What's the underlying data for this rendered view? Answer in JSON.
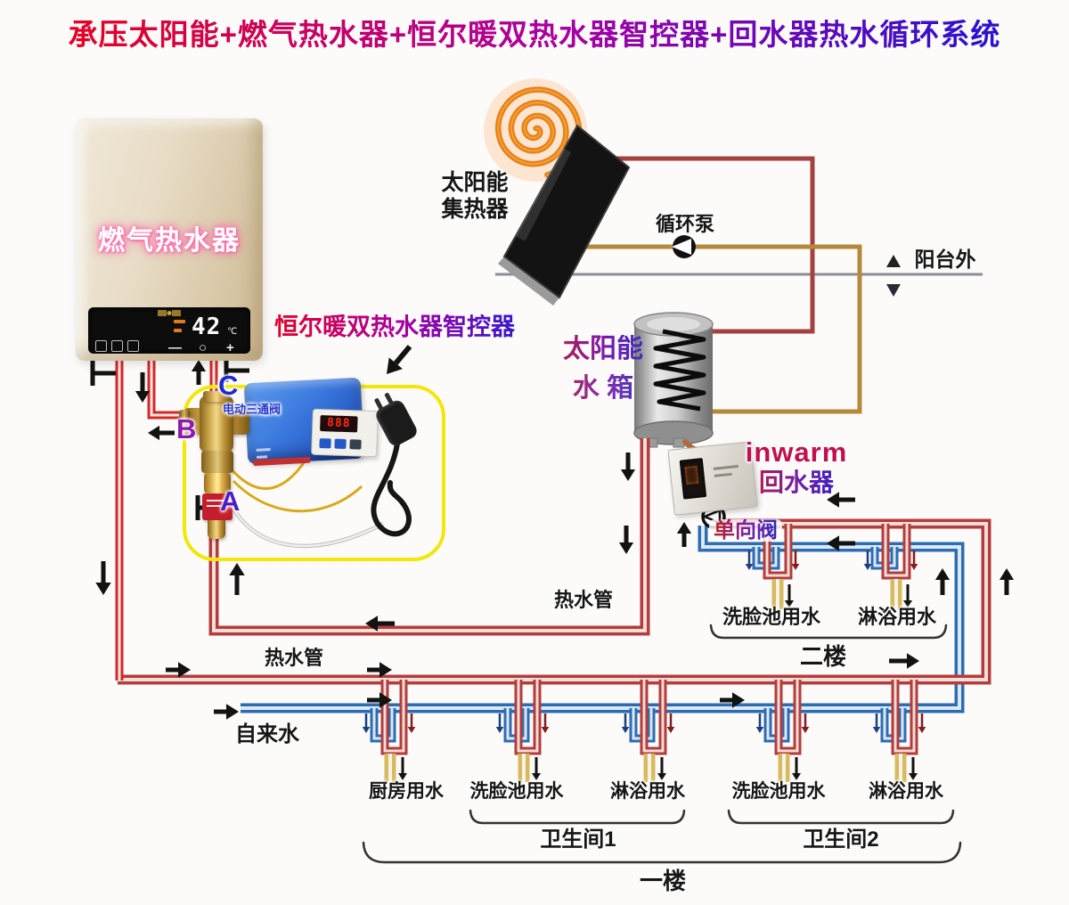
{
  "title": "承压太阳能+燃气热水器+恒尔暖双热水器智控器+回水器热水循环系统",
  "colors": {
    "title_start": "#ee0012",
    "title_mid": "#a800a0",
    "title_end": "#1414d8",
    "hot_pipe": "#b43c3c",
    "hot_pipe_core": "#f0ded8",
    "bright_hot_pipe": "#d42828",
    "bright_hot_core": "#f6e9e5",
    "cold_pipe": "#2e6cb2",
    "cold_pipe_core": "#dce9f4",
    "solar_hot_pipe": "#a34040",
    "solar_return_pipe": "#b5893c",
    "tap_stub": "#d8ba5e",
    "tap_stub_core": "#f7f3e8",
    "arrow": "#121212",
    "balcony_line": "#8d8d96",
    "controller_box_border": "#f2e70a",
    "sun_spiral": "#e67612",
    "port_a": "#4a1ec9",
    "port_b": "#8d17b0",
    "port_c": "#1b2ad4",
    "inwarm_brand": "#c01050"
  },
  "gas_heater": {
    "name_label": "燃气热水器",
    "temp_value": "42",
    "temp_unit": "℃",
    "minus": "—",
    "power": "○",
    "plus": "+"
  },
  "solar_collector": {
    "label_line1": "太阳能",
    "label_line2": "集热器"
  },
  "pump_label": "循环泵",
  "balcony_label": "阳台外",
  "solar_tank": {
    "label_line1": "太阳能",
    "label_line2": "水 箱"
  },
  "inwarm": {
    "brand": "inwarm",
    "device_label": "回水器",
    "check_valve_label": "单向阀"
  },
  "controller": {
    "title": "恒尔暖双热水器智控器",
    "valve_label": "电动三通阀",
    "port_a": "A",
    "port_b": "B",
    "port_c": "C",
    "thermostat_display": "888"
  },
  "pipe_labels": {
    "hot_upper": "热水管",
    "hot_lower": "热水管",
    "tap_water": "自来水"
  },
  "floor_labels": {
    "second": "二楼",
    "first": "一楼",
    "bathroom1": "卫生间1",
    "bathroom2": "卫生间2"
  },
  "taps_first_floor": [
    "厨房用水",
    "洗脸池用水",
    "淋浴用水",
    "洗脸池用水",
    "淋浴用水"
  ],
  "taps_second_floor": [
    "洗脸池用水",
    "淋浴用水"
  ]
}
